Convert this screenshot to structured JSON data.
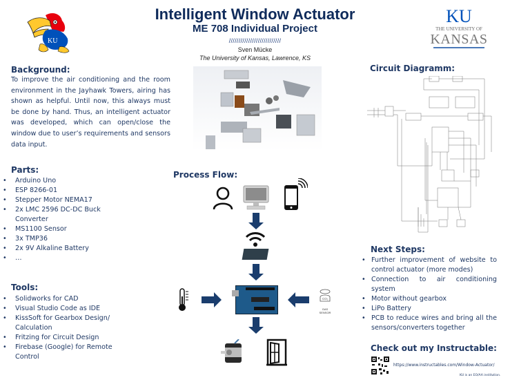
{
  "header": {
    "title": "Intelligent Window Actuator",
    "subtitle": "ME 708 Individual Project",
    "divider": "///////////////////////////",
    "author": "Sven Mücke",
    "affiliation": "The University of Kansas, Lawrence, KS"
  },
  "logos": {
    "left": "jayhawk-mascot",
    "left_text": "KU",
    "right_top": "KU",
    "right_middle": "THE UNIVERSITY OF",
    "right_bottom": "KANSAS"
  },
  "background": {
    "heading": "Background:",
    "text": "To improve the air conditioning and the room environment in the Jayhawk Towers, airing has shown as helpful. Until now, this always must be done by hand. Thus, an intelligent actuator was developed, which can open/close the window due to user’s requirements and sensors data input."
  },
  "parts": {
    "heading": "Parts:",
    "items": [
      "Arduino Uno",
      "ESP 8266-01",
      "Stepper Motor NEMA17",
      "2x LMC 2596 DC-DC Buck Converter",
      "MS1100 Sensor",
      "3x TMP36",
      "2x 9V Alkaline Battery",
      "…"
    ]
  },
  "tools": {
    "heading": "Tools:",
    "items": [
      "Solidworks for CAD",
      "Visual Studio Code as IDE",
      "KissSoft for Gearbox Design/ Calculation",
      "Fritzing for Circuit Design",
      "Firebase (Google) for Remote Control"
    ]
  },
  "process": {
    "heading": "Process Flow:",
    "gas_label": "GAS SENSOR",
    "gas_formula": "CO₂"
  },
  "circuit": {
    "heading": "Circuit Diagramm:"
  },
  "next_steps": {
    "heading": "Next Steps:",
    "items": [
      "Further improvement of website to control actuator (more modes)",
      "Connection to air conditioning system",
      "Motor without gearbox",
      "LiPo Battery",
      "PCB to reduce wires and bring all the sensors/converters together"
    ]
  },
  "instructable": {
    "heading": "Check out my Instructable:",
    "url": "https://www.instructables.com/Window-Actuator/",
    "footer": "KU is an EO/AA institution."
  },
  "colors": {
    "navy": "#1f3864",
    "title": "#0f2b5b",
    "ku_blue": "#0051ba",
    "ku_red": "#e8000d",
    "ku_yellow": "#ffc82d",
    "arrow": "#1a3d6d"
  }
}
